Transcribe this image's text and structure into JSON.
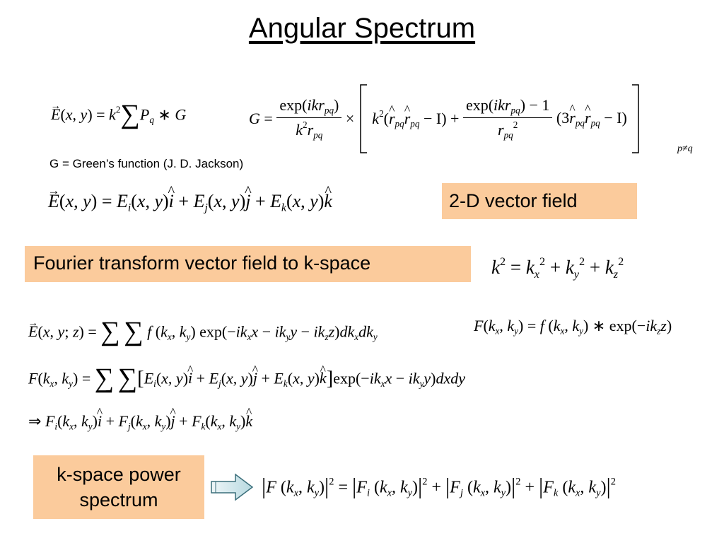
{
  "title": "Angular Spectrum",
  "note": "G = Green’s function (J. D. Jackson)",
  "boxes": {
    "vector_field": "2-D vector field",
    "fourier": "Fourier transform vector field to k-space",
    "power_line1": "k-space power",
    "power_line2": "spectrum"
  },
  "equations": {
    "g_subscript": "p≠q"
  },
  "colors": {
    "box_fill": "#fbcb9c",
    "arrow_fill": "#c9e3e8",
    "arrow_stroke": "#3a6e7a"
  },
  "icons": {
    "arrow": "right-arrow-icon"
  }
}
